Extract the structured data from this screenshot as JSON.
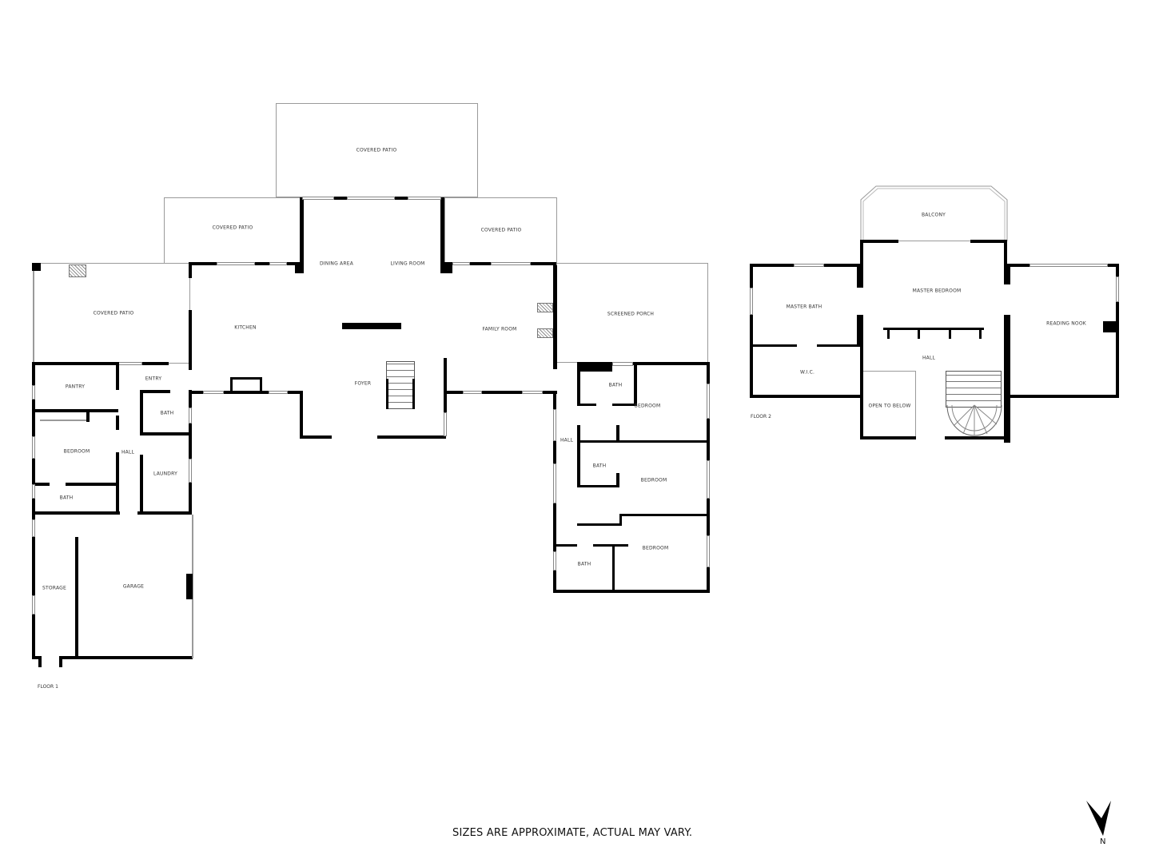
{
  "floor1": {
    "label": "FLOOR 1",
    "rooms": {
      "covered_patio_top": "COVERED PATIO",
      "covered_patio_left": "COVERED PATIO",
      "covered_patio_right": "COVERED PATIO",
      "covered_patio_far_left": "COVERED PATIO",
      "dining_area": "DINING AREA",
      "living_room": "LIVING ROOM",
      "kitchen": "KITCHEN",
      "family_room": "FAMILY ROOM",
      "screened_porch": "SCREENED PORCH",
      "foyer": "FOYER",
      "entry": "ENTRY",
      "pantry": "PANTRY",
      "bath_entry": "BATH",
      "bedroom_west": "BEDROOM",
      "hall_west": "HALL",
      "laundry": "LAUNDRY",
      "bath_west": "BATH",
      "storage": "STORAGE",
      "garage": "GARAGE",
      "bath_east_1": "BATH",
      "bedroom_east_1": "BEDROOM",
      "hall_east": "HALL",
      "bath_east_2": "BATH",
      "bedroom_east_2": "BEDROOM",
      "bath_east_3": "BATH",
      "bedroom_east_3": "BEDROOM"
    }
  },
  "floor2": {
    "label": "FLOOR 2",
    "rooms": {
      "balcony": "BALCONY",
      "master_bedroom": "MASTER BEDROOM",
      "master_bath": "MASTER BATH",
      "wic": "W.I.C.",
      "hall": "HALL",
      "reading_nook": "READING NOOK",
      "open_to_below": "OPEN TO BELOW"
    }
  },
  "footer": {
    "disclaimer": "SIZES ARE APPROXIMATE, ACTUAL MAY VARY."
  },
  "compass": {
    "icon": "north-arrow-icon",
    "label": "N"
  }
}
